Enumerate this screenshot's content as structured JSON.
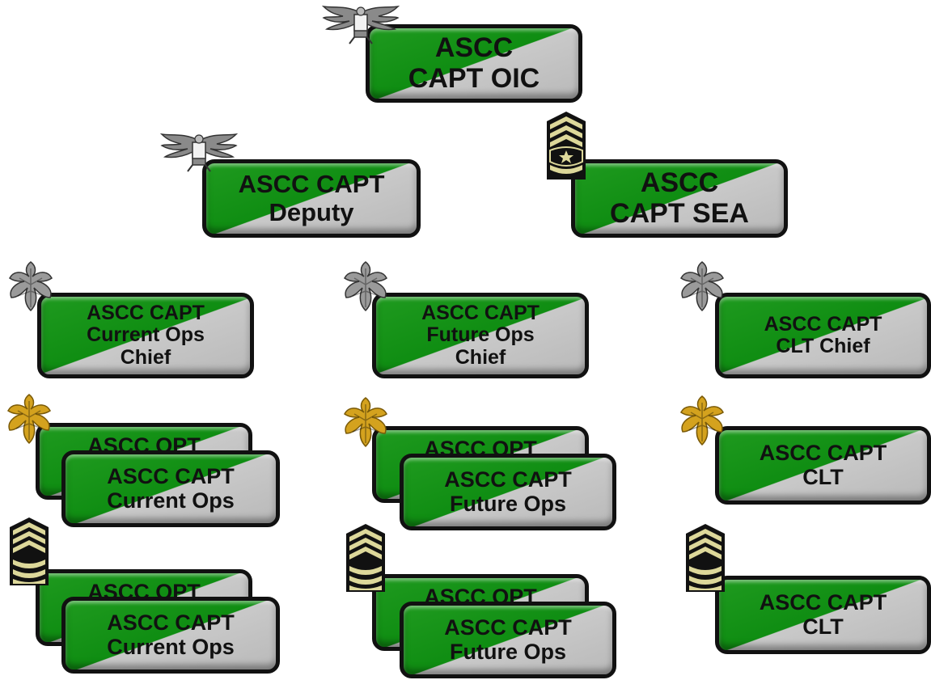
{
  "org_chart": {
    "oic": {
      "line1": "ASCC",
      "line2": "CAPT OIC"
    },
    "deputy": {
      "line1": "ASCC CAPT",
      "line2": "Deputy"
    },
    "sea": {
      "line1": "ASCC",
      "line2": "CAPT SEA"
    },
    "current_ops_chief": {
      "line1": "ASCC CAPT",
      "line2": "Current Ops",
      "line3": "Chief"
    },
    "future_ops_chief": {
      "line1": "ASCC CAPT",
      "line2": "Future Ops",
      "line3": "Chief"
    },
    "clt_chief": {
      "line1": "ASCC CAPT",
      "line2": "CLT Chief"
    },
    "back_box_label": "ASCC OPT",
    "current_ops": {
      "line1": "ASCC CAPT",
      "line2": "Current Ops"
    },
    "future_ops": {
      "line1": "ASCC CAPT",
      "line2": "Future Ops"
    },
    "clt": {
      "line1": "ASCC CAPT",
      "line2": "CLT"
    }
  },
  "insignia": {
    "colonel": "eagle-insignia-icon",
    "sergeant_major": "sergeant-major-chevron-icon",
    "lieutenant_colonel": "silver-oak-leaf-icon",
    "major": "gold-oak-leaf-icon",
    "master_sergeant": "master-sergeant-chevron-icon"
  },
  "colors": {
    "green": "#0f8d12",
    "gray": "#c0c0c0",
    "border": "#111111",
    "silver": "#9a9a9a",
    "gold": "#d4a21e",
    "chevron": "#ddd89a"
  }
}
